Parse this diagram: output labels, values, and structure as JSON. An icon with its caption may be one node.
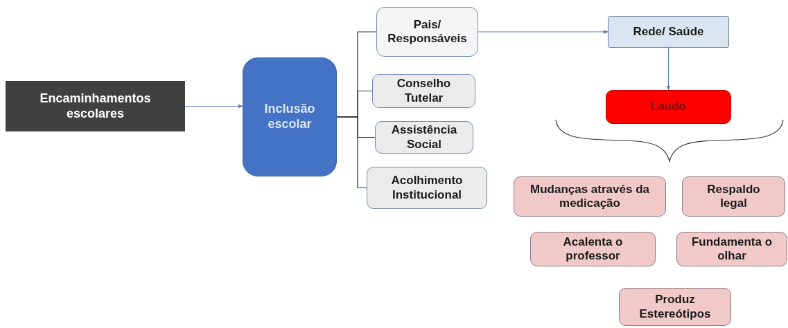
{
  "diagram": {
    "nodes": [
      {
        "text": [
          "Encaminhamentos escolares"
        ]
      },
      {
        "text": [
          "Inclusão escolar"
        ]
      },
      {
        "text": [
          "Pais/ Responsáveis"
        ]
      },
      {
        "text": [
          "Conselho Tutelar"
        ]
      },
      {
        "text": [
          "Assistência Social"
        ]
      },
      {
        "text": [
          "Acolhimento Institucional"
        ]
      },
      {
        "text": [
          "Rede/ Saúde"
        ]
      },
      {
        "text": [
          "Laudo"
        ]
      },
      {
        "text": [
          "Mudanças através da medicação"
        ]
      },
      {
        "text": [
          "Respaldo legal"
        ]
      },
      {
        "text": [
          "Acalenta o professor"
        ]
      },
      {
        "text": [
          "Fundamenta o olhar"
        ]
      },
      {
        "text": [
          "Produz Estereótipos"
        ]
      }
    ],
    "edges": [
      {
        "from": 0,
        "to": 1,
        "arrow": "to",
        "color": "#5b7cb5"
      },
      {
        "from": 1,
        "to": 2,
        "arrow": "none"
      },
      {
        "from": 1,
        "to": 3,
        "arrow": "none"
      },
      {
        "from": 1,
        "to": 4,
        "arrow": "none"
      },
      {
        "from": 1,
        "to": 5,
        "arrow": "none"
      },
      {
        "from": 2,
        "to": 6,
        "arrow": "to",
        "color": "#5b7cb5"
      },
      {
        "from": 6,
        "to": 7,
        "arrow": "to",
        "color": "#5b7cb5"
      }
    ]
  }
}
